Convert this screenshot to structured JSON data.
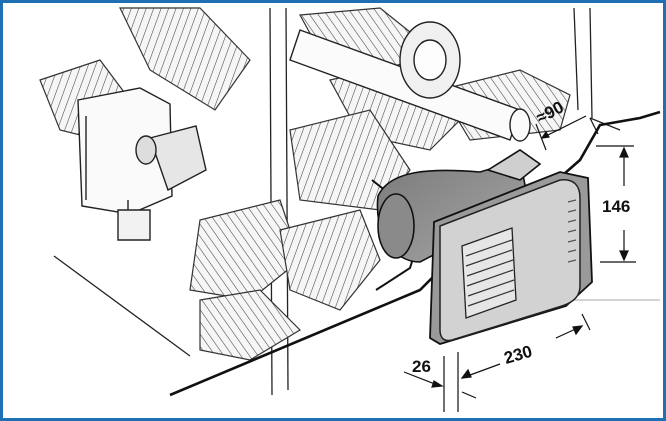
{
  "colors": {
    "frame_border": "#1f6fb5",
    "background": "#ffffff",
    "line": "#1a1a1a",
    "duct_fill": "#f4f4f4",
    "duct_shadow": "#8c8c8c",
    "grille_face": "#d2d2d2",
    "grille_side": "#9a9a9a"
  },
  "dimensions": {
    "depth_clearance": "≈90",
    "height": "146",
    "width": "230",
    "panel_depth": "26"
  },
  "icons": [
    "ventilation-grille-icon",
    "flex-duct-icon"
  ]
}
